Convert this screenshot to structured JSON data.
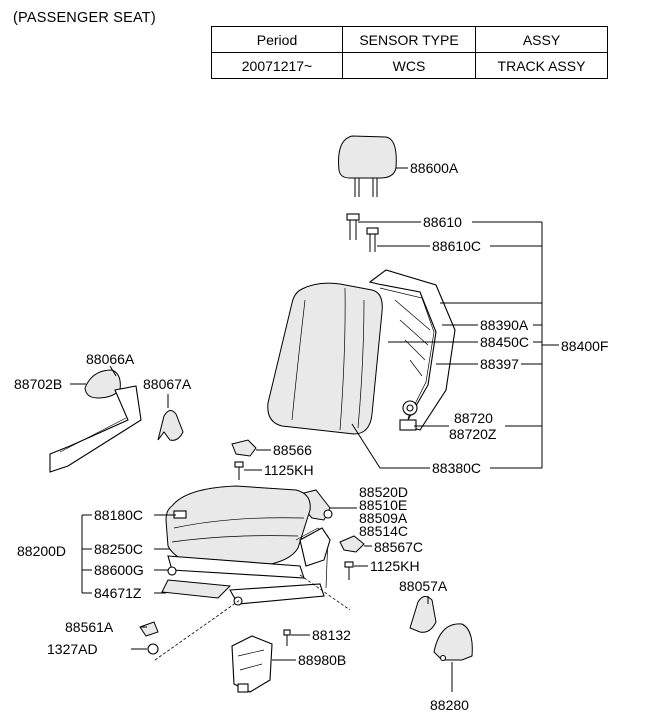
{
  "heading": "(PASSENGER SEAT)",
  "spec_table": {
    "headers": [
      "Period",
      "SENSOR TYPE",
      "ASSY"
    ],
    "row": [
      "20071217~",
      "WCS",
      "TRACK ASSY"
    ]
  },
  "callouts": {
    "p88600A": "88600A",
    "p88610": "88610",
    "p88610C": "88610C",
    "p88390A": "88390A",
    "p88450C": "88450C",
    "p88400F": "88400F",
    "p88397": "88397",
    "p88720": "88720",
    "p88720Z": "88720Z",
    "p88380C": "88380C",
    "p88066A": "88066A",
    "p88702B": "88702B",
    "p88067A": "88067A",
    "p88566": "88566",
    "p1125KH_a": "1125KH",
    "p88520D": "88520D",
    "p88510E": "88510E",
    "p88509A": "88509A",
    "p88514C": "88514C",
    "p88180C": "88180C",
    "p88200D": "88200D",
    "p88250C": "88250C",
    "p88567C": "88567C",
    "p88600G": "88600G",
    "p1125KH_b": "1125KH",
    "p84671Z": "84671Z",
    "p88057A": "88057A",
    "p88561A": "88561A",
    "p88132": "88132",
    "p1327AD": "1327AD",
    "p88980B": "88980B",
    "p88280": "88280"
  }
}
